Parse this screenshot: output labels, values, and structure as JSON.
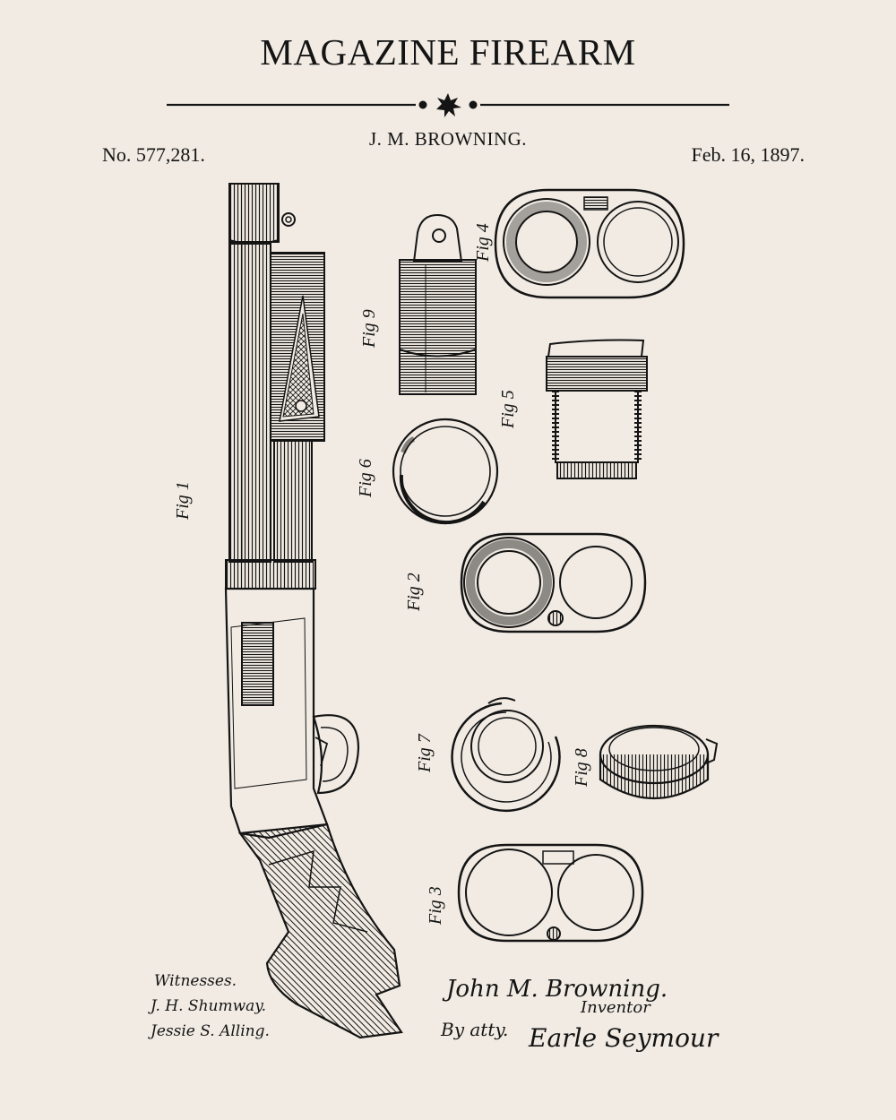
{
  "header": {
    "title": "MAGAZINE FIREARM",
    "inventor": "J. M. BROWNING.",
    "patent_number": "No. 577,281.",
    "date": "Feb. 16, 1897."
  },
  "figures": {
    "fig1": "Fig 1",
    "fig2": "Fig 2",
    "fig3": "Fig 3",
    "fig4": "Fig 4",
    "fig5": "Fig 5",
    "fig6": "Fig 6",
    "fig7": "Fig 7",
    "fig8": "Fig 8",
    "fig9": "Fig 9"
  },
  "signatures": {
    "witnesses_heading": "Witnesses.",
    "witness_1": "J. H. Shumway.",
    "witness_2": "Jessie S. Alling.",
    "inventor_signature": "John M. Browning.",
    "inventor_role": "Inventor",
    "attorney_prefix": "By atty.",
    "attorney_signature": "Earle Seymour"
  },
  "colors": {
    "paper": "#f1ebe3",
    "ink": "#141414"
  }
}
